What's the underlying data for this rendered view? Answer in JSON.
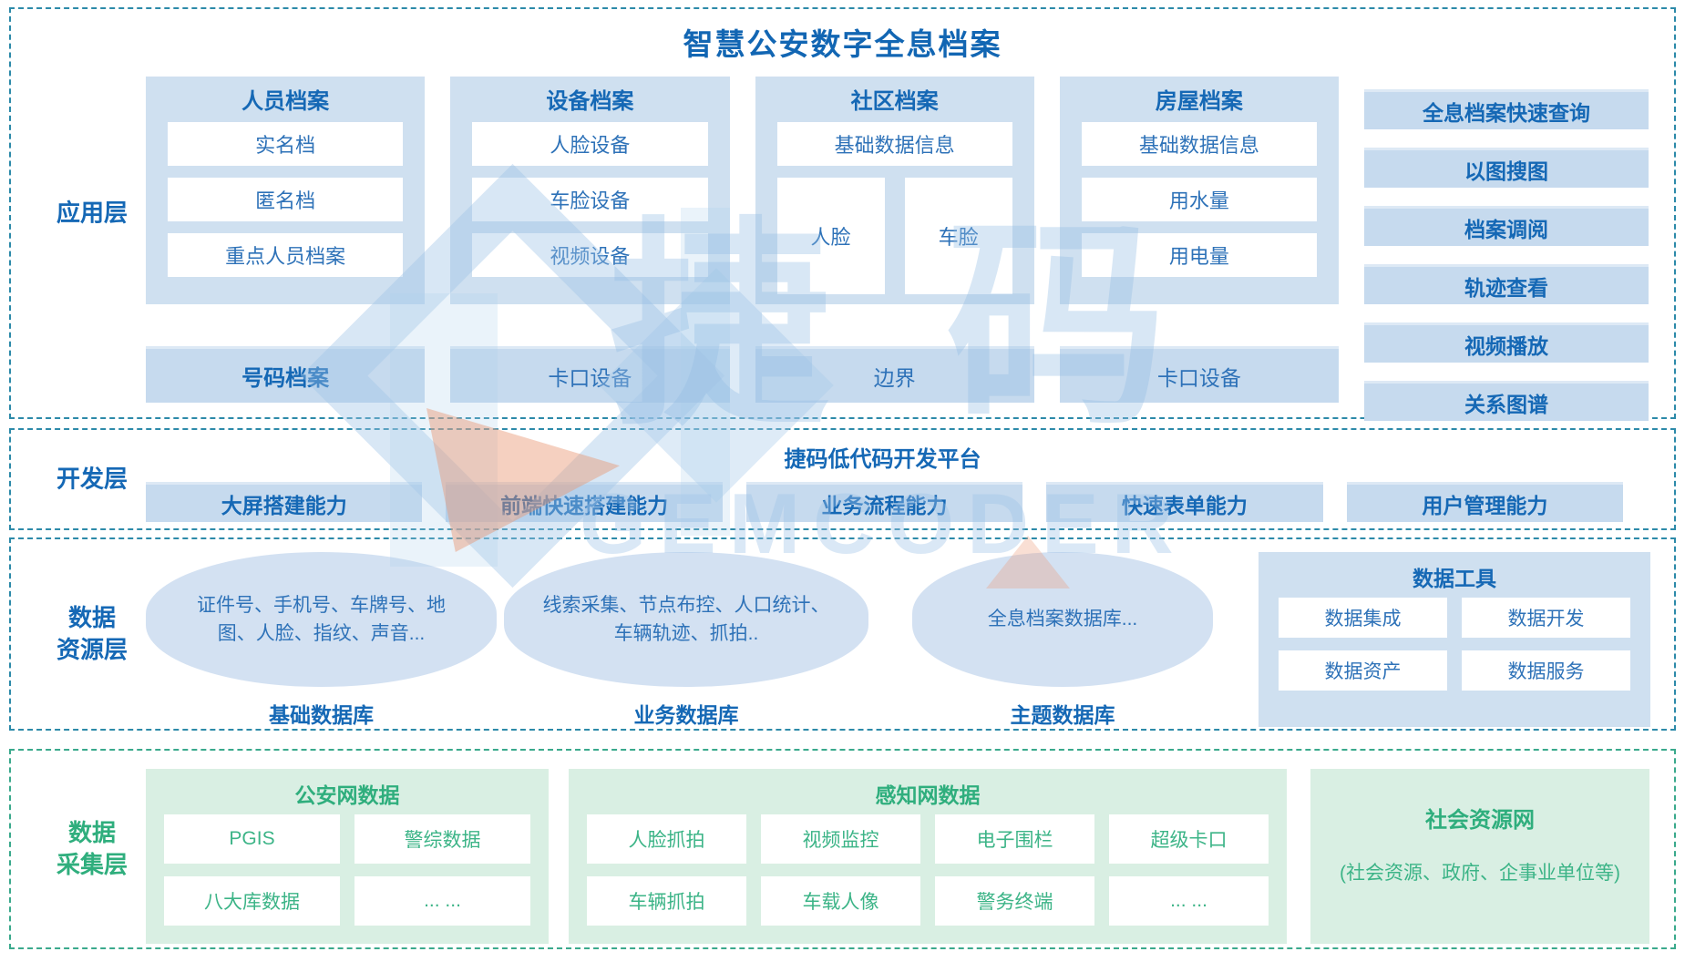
{
  "title": "智慧公安数字全息档案",
  "colors": {
    "primary_blue": "#1568b5",
    "box_text_blue": "#2e72b8",
    "panel_blue": "#cfe0f0",
    "bar_blue": "#c6daee",
    "border_teal": "#2c8aa9",
    "green_header": "#2fae7d",
    "green_item": "#3cb487",
    "panel_green": "#d9efe3",
    "border_green": "#3aa98c",
    "watermark_blue": "#9ec3e6",
    "watermark_orange": "#e8966f"
  },
  "watermark": {
    "logo_text": "捷码",
    "brand_text": "GEMCODER"
  },
  "layers": {
    "application": {
      "label": "应用层",
      "columns": [
        {
          "header": "人员档案",
          "items": [
            "实名档",
            "匿名档",
            "重点人员档案"
          ],
          "footer": "号码档案"
        },
        {
          "header": "设备档案",
          "items": [
            "人脸设备",
            "车脸设备",
            "视频设备"
          ],
          "footer": "卡口设备"
        },
        {
          "header": "社区档案",
          "items": [
            "基础数据信息"
          ],
          "split_items": [
            "人脸",
            "车脸"
          ],
          "footer": "边界"
        },
        {
          "header": "房屋档案",
          "items": [
            "基础数据信息",
            "用水量",
            "用电量"
          ],
          "footer": "卡口设备"
        }
      ],
      "quick_actions": [
        "全息档案快速查询",
        "以图搜图",
        "档案调阅",
        "轨迹查看",
        "视频播放",
        "关系图谱"
      ]
    },
    "development": {
      "label": "开发层",
      "platform_title": "捷码低代码开发平台",
      "capabilities": [
        "大屏搭建能力",
        "前端快速搭建能力",
        "业务流程能力",
        "快速表单能力",
        "用户管理能力"
      ]
    },
    "data_resource": {
      "label": "数据\n资源层",
      "databases": [
        {
          "content": "证件号、手机号、车牌号、地图、人脸、指纹、声音...",
          "name": "基础数据库"
        },
        {
          "content": "线索采集、节点布控、人口统计、车辆轨迹、抓拍..",
          "name": "业务数据库"
        },
        {
          "content": "全息档案数据库...",
          "name": "主题数据库"
        }
      ],
      "tools": {
        "header": "数据工具",
        "items": [
          "数据集成",
          "数据开发",
          "数据资产",
          "数据服务"
        ]
      }
    },
    "data_collection": {
      "label": "数据\n采集层",
      "groups": [
        {
          "header": "公安网数据",
          "items": [
            "PGIS",
            "警综数据",
            "八大库数据",
            "... ..."
          ]
        },
        {
          "header": "感知网数据",
          "items": [
            "人脸抓拍",
            "视频监控",
            "电子围栏",
            "超级卡口",
            "车辆抓拍",
            "车载人像",
            "警务终端",
            "... ..."
          ]
        }
      ],
      "social": {
        "header": "社会资源网",
        "subtitle": "(社会资源、政府、企事业单位等)"
      }
    }
  }
}
